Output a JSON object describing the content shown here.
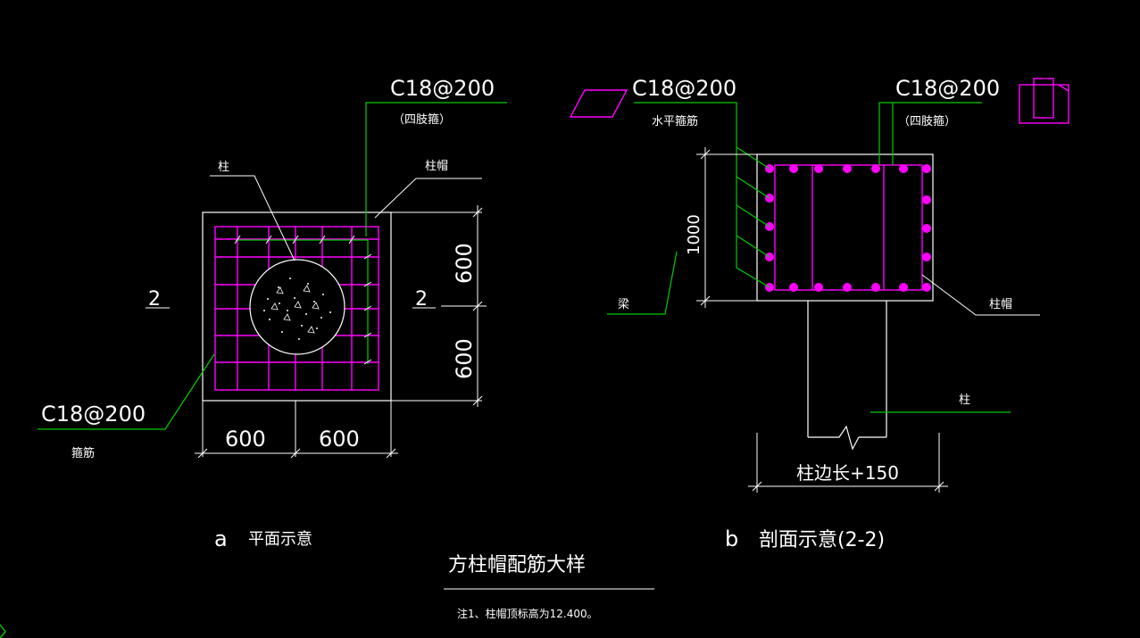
{
  "colors": {
    "background": "#000000",
    "outline": "#ffffff",
    "rebar": "#ff00ff",
    "leader": "#00cc00"
  },
  "plan": {
    "label_a": "a",
    "label_title": "平面示意",
    "col_label": "柱",
    "cap_label": "柱帽",
    "rebar_top": "C18@200",
    "rebar_top_note": "（四肢箍）",
    "rebar_left": "C18@200",
    "rebar_left_note": "箍筋",
    "section_left": "2",
    "section_right": "2",
    "dim_h1": "600",
    "dim_h2": "600",
    "dim_v1": "600",
    "dim_v2": "600"
  },
  "section": {
    "label_b": "b",
    "label_title": "剖面示意(2-2)",
    "rebar_left": "C18@200",
    "rebar_left_note": "水平箍筋",
    "rebar_right": "C18@200",
    "rebar_right_note": "（四肢箍）",
    "beam_label": "梁",
    "cap_label": "柱帽",
    "col_label": "柱",
    "dim_height": "1000",
    "dim_width": "柱边长+150"
  },
  "footer": {
    "title": "方柱帽配筋大样",
    "note": "注1、柱帽顶标高为12.400。"
  }
}
